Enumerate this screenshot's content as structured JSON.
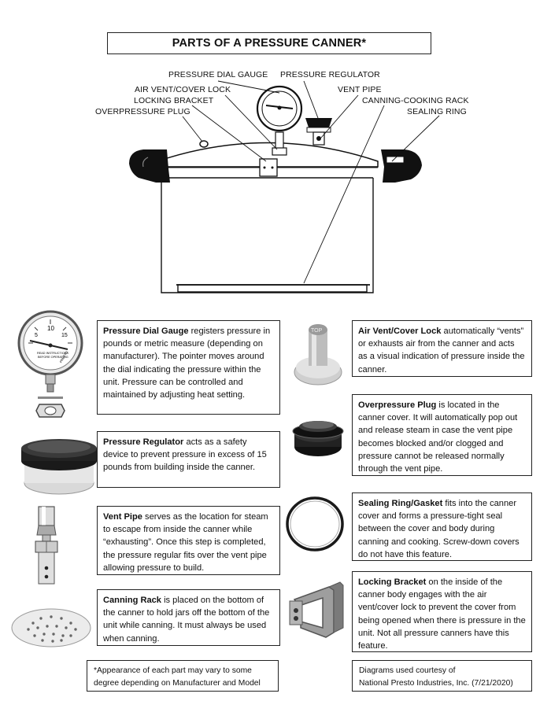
{
  "title": "PARTS OF A PRESSURE CANNER*",
  "labels": {
    "pressure_dial_gauge": "PRESSURE DIAL GAUGE",
    "pressure_regulator": "PRESSURE REGULATOR",
    "air_vent_cover_lock": "AIR VENT/COVER LOCK",
    "vent_pipe": "VENT PIPE",
    "locking_bracket": "LOCKING BRACKET",
    "canning_cooking_rack": "CANNING-COOKING RACK",
    "overpressure_plug": "OVERPRESSURE PLUG",
    "sealing_ring": "SEALING RING"
  },
  "gauge_face_text": {
    "n1": "10",
    "n2": "15",
    "n3": "5",
    "read": "READ INSTRUCTIONS",
    "before": "BEFORE OPERATING",
    "brand": "PRESTO"
  },
  "plug_top_text": "TOP",
  "parts": [
    {
      "name": "Pressure Dial Gauge",
      "text": " registers pressure in pounds or metric measure (depending on manufacturer). The pointer moves around the dial indicating the pressure within the unit. Pressure can be controlled and maintained by adjusting heat setting."
    },
    {
      "name": "Pressure Regulator",
      "text": " acts as a safety device to prevent pressure in excess of 15 pounds from building inside the canner."
    },
    {
      "name": "Vent Pipe",
      "text": " serves as the location for steam to escape from inside the canner while “exhausting”. Once this step is completed, the pressure regular fits over the vent pipe allowing pressure to build."
    },
    {
      "name": "Canning Rack",
      "text": " is placed on the bottom of the canner to hold jars off the bottom of the unit while canning. It must always be used when canning."
    },
    {
      "name": "Air Vent/Cover Lock",
      "text": " automatically “vents” or exhausts air from the canner and acts as a visual indication of pressure inside the canner."
    },
    {
      "name": "Overpressure Plug",
      "text": " is located in the canner cover. It will automatically pop out and release steam in case the vent pipe becomes blocked and/or clogged and pressure cannot be released normally through the vent pipe."
    },
    {
      "name": "Sealing Ring/Gasket",
      "text": " fits into the canner cover and forms a pressure-tight seal between the cover and body during canning and cooking. Screw-down covers do not have this feature."
    },
    {
      "name": "Locking Bracket",
      "text": " on the inside of the canner body engages with the air vent/cover lock to prevent the cover from being opened when there is pressure in the unit. Not all pressure canners have this feature."
    }
  ],
  "footnote": "*Appearance of each part may vary to some degree depending on Manufacturer and Model",
  "credit_line1": "Diagrams used courtesy of",
  "credit_line2": "National Presto Industries, Inc. (7/21/2020)"
}
